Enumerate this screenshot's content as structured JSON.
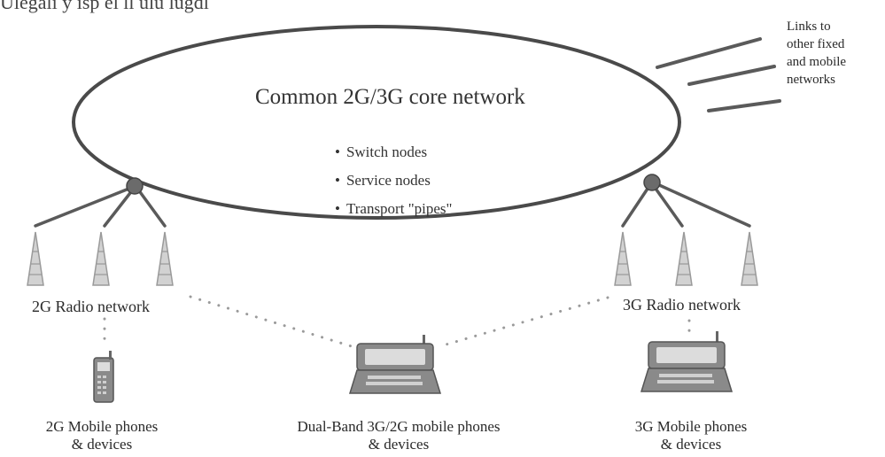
{
  "header_fragment": "Ulegali y isp el ll ulu lugdl",
  "core": {
    "title": "Common 2G/3G core network",
    "bullets": [
      "Switch nodes",
      "Service nodes",
      "Transport \"pipes\""
    ]
  },
  "links_label": [
    "Links to",
    "other fixed",
    "and mobile",
    "networks"
  ],
  "radio_2g": "2G Radio network",
  "radio_3g": "3G Radio network",
  "devices": {
    "mobile_2g": [
      "2G Mobile phones",
      "& devices"
    ],
    "dual_band": [
      "Dual-Band 3G/2G mobile phones",
      "& devices"
    ],
    "mobile_3g": [
      "3G Mobile phones",
      "& devices"
    ]
  },
  "colors": {
    "line": "#4a4a4a",
    "node": "#6b6b6b",
    "tower": "#c8c8c8",
    "device": "#8a8a8a",
    "device_screen": "#dcdcdc",
    "dots": "#9a9a9a"
  },
  "icons": {
    "node": "network-node-icon",
    "tower": "radio-tower-icon",
    "phone_2g": "mobile-phone-icon",
    "device_3g": "communicator-device-icon"
  }
}
